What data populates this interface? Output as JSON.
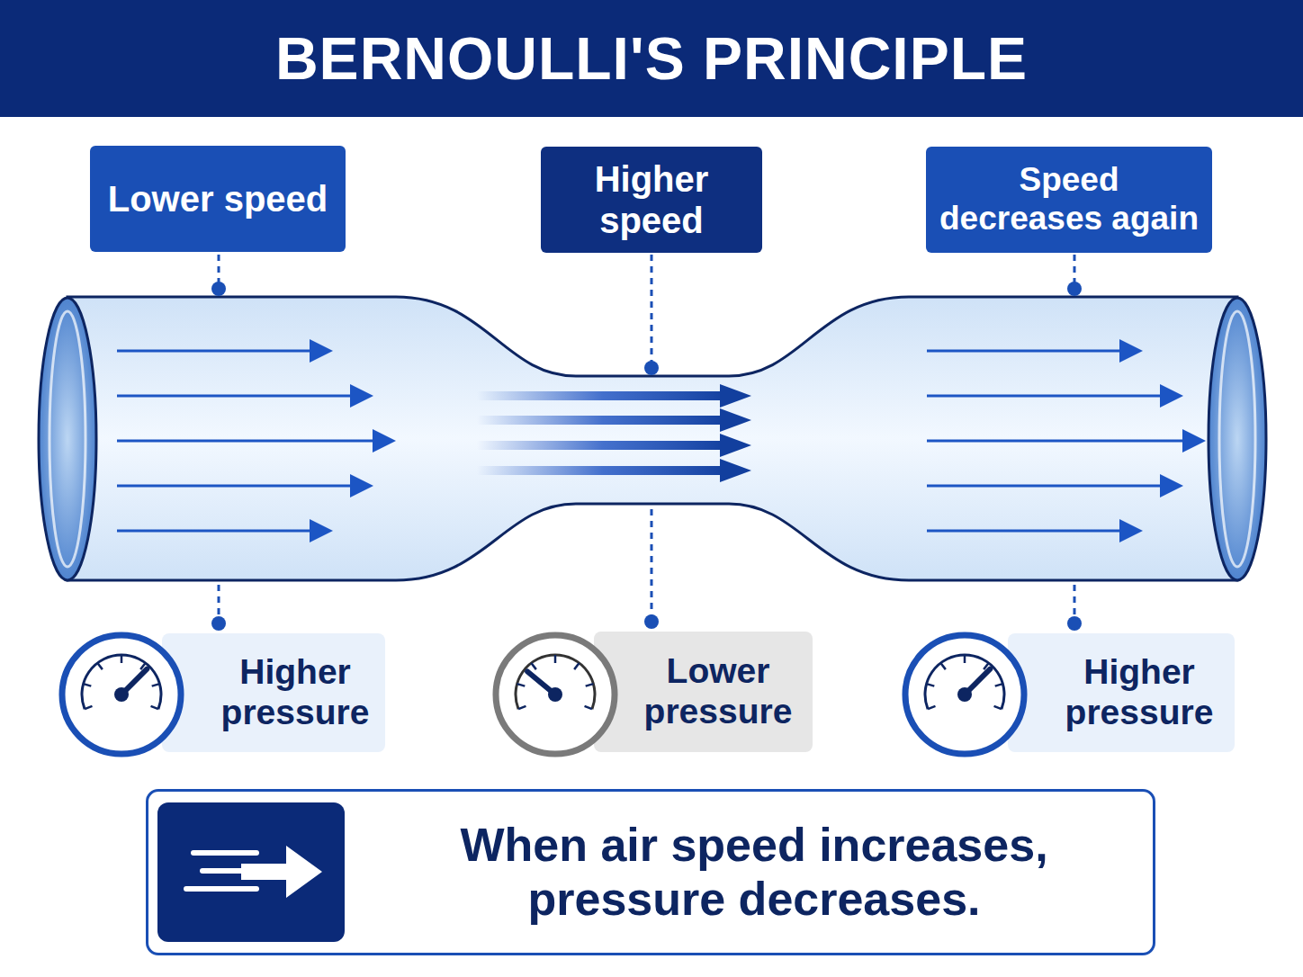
{
  "diagram": {
    "title": "BERNOULLI'S PRINCIPLE",
    "nodes": [
      {
        "text": [
          "Lower speed"
        ]
      },
      {
        "text": [
          "Higher speed"
        ]
      },
      {
        "text": [
          "Speed decreases again"
        ]
      },
      {
        "text": [
          "Higher pressure"
        ]
      },
      {
        "text": [
          "Lower pressure"
        ]
      },
      {
        "text": [
          "Higher pressure"
        ]
      },
      {
        "text": [
          "When air speed increases, pressure decreases."
        ]
      }
    ]
  }
}
